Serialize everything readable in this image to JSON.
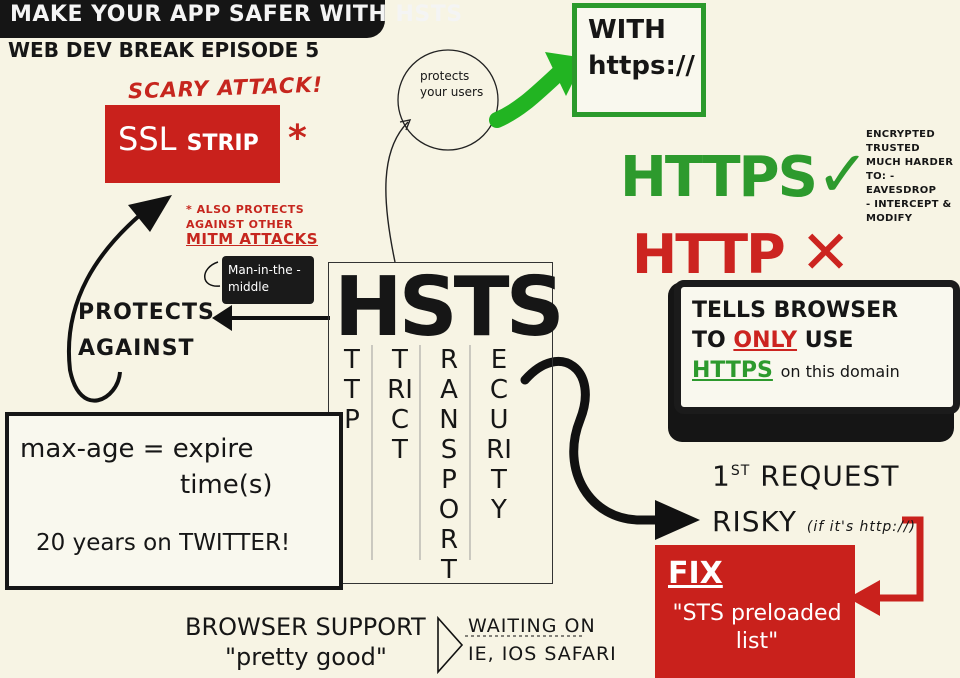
{
  "title": "MAKE YOUR APP SAFER WITH HSTS",
  "subtitle": "WEB DEV BREAK EPISODE 5",
  "scary_label": "SCARY ATTACK!",
  "ssl_strip": {
    "ssl": "SSL",
    "strip": "STRIP",
    "asterisk": "*"
  },
  "mitm_note": {
    "asterisk": "*",
    "line1": "ALSO PROTECTS",
    "line2": "AGAINST OTHER",
    "line3": "MITM ATTACKS"
  },
  "mitm_box": "Man-in-the -middle",
  "protects_against": "PROTECTS AGAINST",
  "protects_users": "protects your users",
  "with_https": {
    "line1": "WITH",
    "line2": "https://"
  },
  "https_good": {
    "label": "HTTPS",
    "mark": "✓"
  },
  "http_bad": {
    "label": "HTTP",
    "mark": "✕"
  },
  "encrypted_notes": [
    "ENCRYPTED",
    "TRUSTED",
    "MUCH HARDER",
    "TO: -EAVESDROP",
    "- INTERCEPT &",
    "MODIFY"
  ],
  "hsts": {
    "acronym": "HSTS",
    "words": [
      "TTP",
      "TRICT",
      "RANSPORT",
      "ECURITY"
    ]
  },
  "tells_browser": {
    "line1": "TELLS BROWSER",
    "to": "TO",
    "only": "ONLY",
    "use": "USE",
    "https": "HTTPS",
    "rest": "on this domain"
  },
  "first_request": {
    "first": "1",
    "st": "ST",
    "request": "REQUEST",
    "risky": "RISKY",
    "condition": "(if it's http://)"
  },
  "fix": {
    "title": "FIX",
    "text": "\"STS preloaded list\""
  },
  "max_age": {
    "line1": "max-age = expire",
    "line2": "time(s)",
    "twitter": "20 years on TWITTER!"
  },
  "browser_support": {
    "line1": "BROWSER SUPPORT",
    "line2": "\"pretty good\""
  },
  "waiting": {
    "line1": "WAITING ON",
    "line2": "IE, IOS SAFARI"
  },
  "colors": {
    "red": "#c9211c",
    "green": "#2d9a2d",
    "ink": "#161616",
    "paper": "#f7f4e4"
  }
}
